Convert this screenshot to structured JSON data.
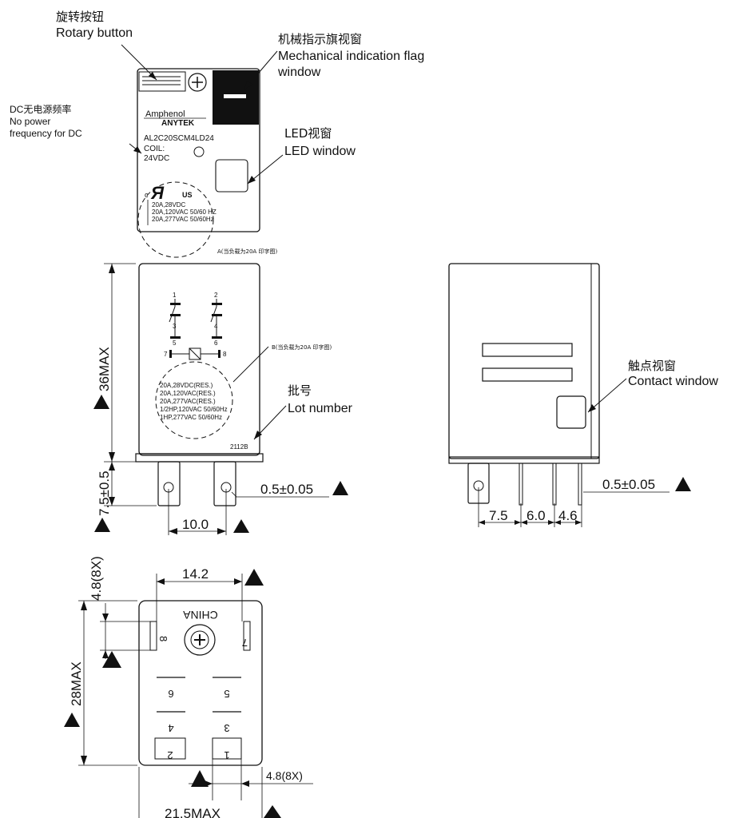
{
  "callouts": {
    "rotary_button": {
      "cn": "旋转按钮",
      "en": "Rotary button"
    },
    "flag_window": {
      "cn": "机械指示旗视窗",
      "en1": "Mechanical indication flag",
      "en2": "window"
    },
    "no_power": {
      "cn": "DC无电源频率",
      "en1": "No power",
      "en2": "frequency for DC"
    },
    "led_window": {
      "cn": "LED视窗",
      "en": "LED window"
    },
    "lot_number": {
      "cn": "批号",
      "en": "Lot number"
    },
    "contact_window": {
      "cn": "触点视窗",
      "en": "Contact window"
    }
  },
  "label_face": {
    "brand": "Amphenol",
    "sub_brand": "ANYTEK",
    "model": "AL2C20SCM4LD24",
    "coil_label": "COIL:",
    "coil_value": "24VDC",
    "cert": "US",
    "ratings": [
      "20A,28VDC",
      "20A,120VAC 50/60 HZ",
      "20A,277VAC 50/60Hz"
    ],
    "note_a": "A(当负载为20A 印字图)"
  },
  "side_face": {
    "pins": [
      "1",
      "2",
      "3",
      "4",
      "5",
      "6",
      "7",
      "8"
    ],
    "note_b": "B(当负载为20A 印字图)",
    "ratings": [
      "20A,28VDC(RES.)",
      "20A,120VAC(RES.)",
      "20A,277VAC(RES.)",
      "1/2HP,120VAC 50/60Hz",
      "1HP,277VAC 50/60Hz"
    ],
    "lot_code": "2112B"
  },
  "bottom_face": {
    "text": "CHINA",
    "pins": [
      "8",
      "7",
      "6",
      "5",
      "4",
      "3",
      "2",
      "1"
    ]
  },
  "dimensions": {
    "height_max": "36MAX",
    "terminal_length": "7.5±0.5",
    "terminal_thickness": "0.5±0.05",
    "pitch_front": "10.0",
    "side_pitch_1": "7.5",
    "side_pitch_2": "6.0",
    "side_pitch_3": "4.6",
    "top_pitch": "14.2",
    "terminal_width_side": "4.8(8X)",
    "terminal_width_bottom": "4.8(8X)",
    "depth_max": "28MAX",
    "width_max": "21.5MAX"
  }
}
